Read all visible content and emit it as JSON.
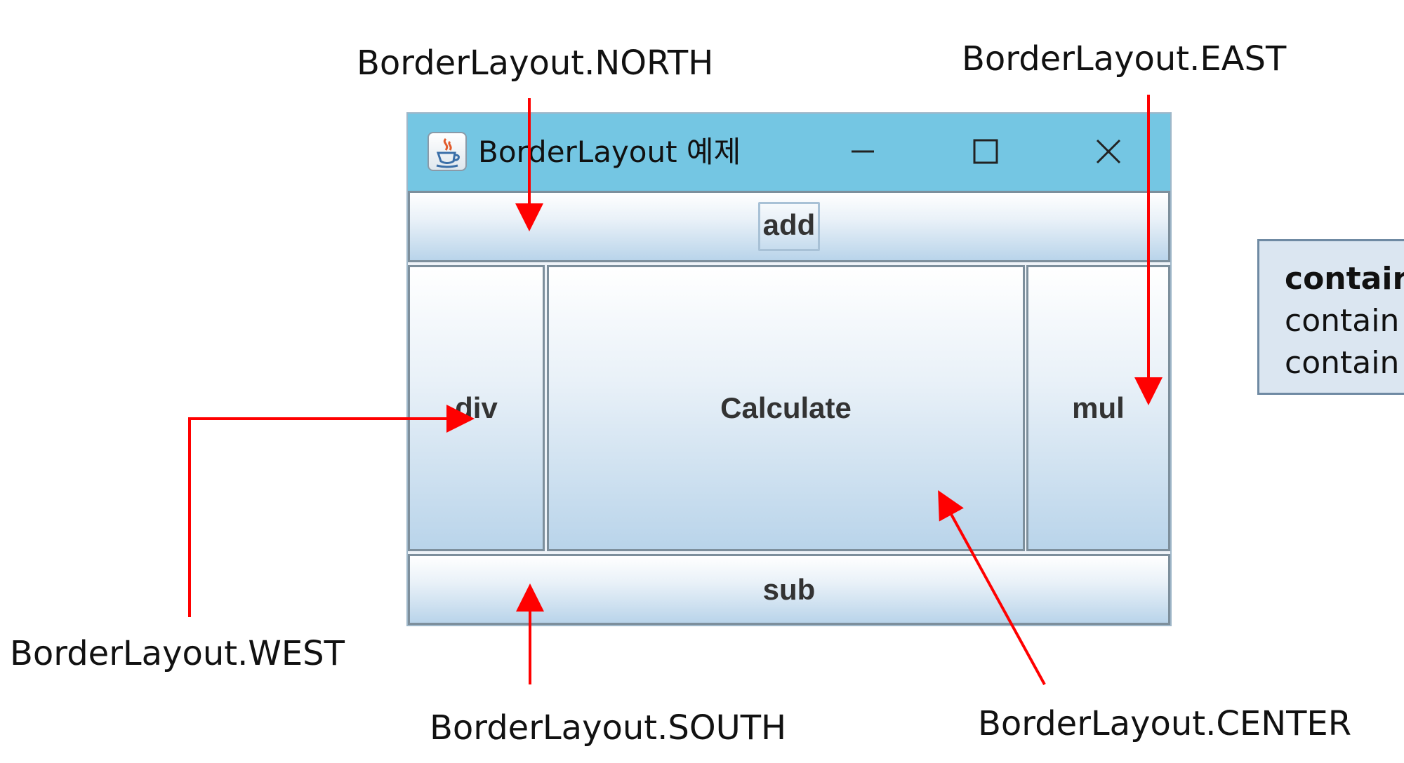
{
  "labels": {
    "north": "BorderLayout.NORTH",
    "east": "BorderLayout.EAST",
    "west": "BorderLayout.WEST",
    "south": "BorderLayout.SOUTH",
    "center": "BorderLayout.CENTER"
  },
  "window": {
    "title": "BorderLayout 예제",
    "icon": "java-cup-icon",
    "controls": [
      "minimize-icon",
      "maximize-icon",
      "close-icon"
    ]
  },
  "buttons": {
    "add": "add",
    "div": "div",
    "calculate": "Calculate",
    "mul": "mul",
    "sub": "sub"
  },
  "side_box": {
    "line1": "contair",
    "line2": "contain",
    "line3": "contain"
  },
  "colors": {
    "titlebar": "#74c6e3",
    "arrow": "#ff0000",
    "side_box_bg": "#dbe6f1"
  }
}
